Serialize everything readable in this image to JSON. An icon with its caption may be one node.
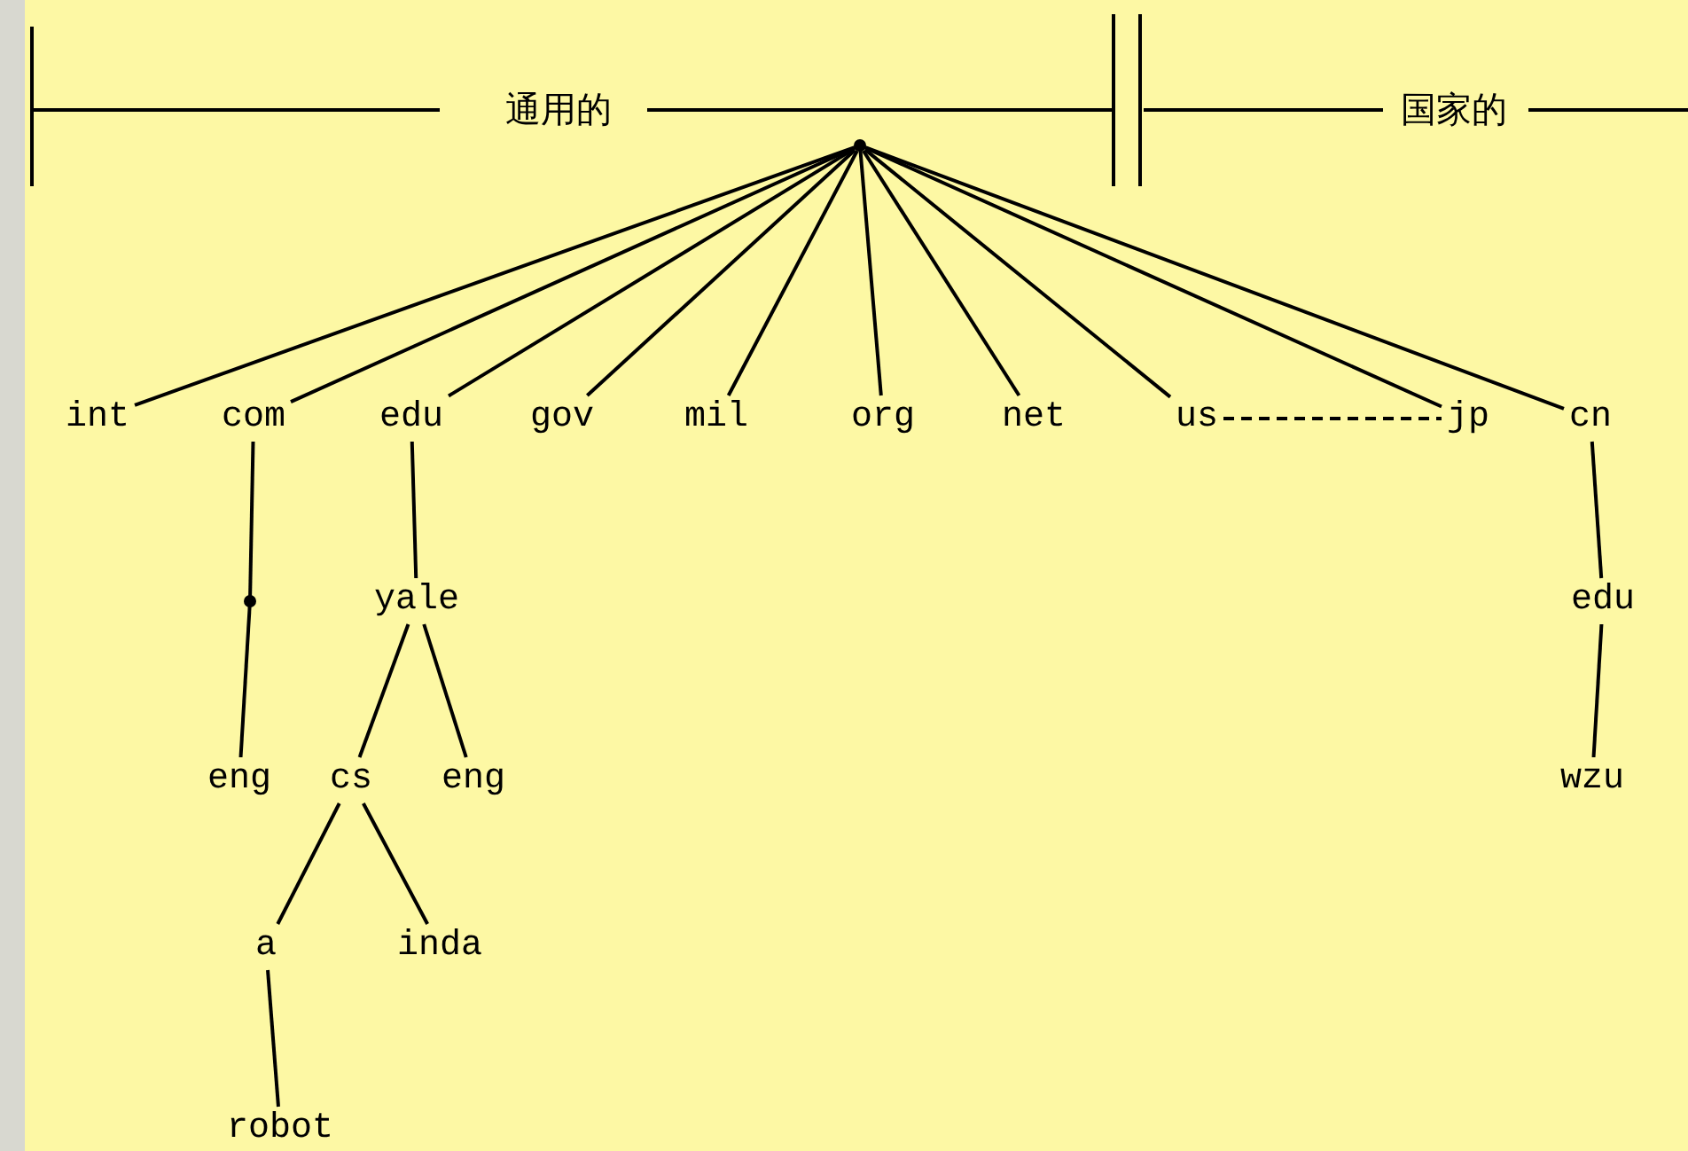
{
  "diagram": {
    "nodes": [
      {
        "text": [],
        "shape": "point"
      },
      {
        "text": [
          "int"
        ]
      },
      {
        "text": [
          "com"
        ]
      },
      {
        "text": [
          "edu"
        ]
      },
      {
        "text": [
          "gov"
        ]
      },
      {
        "text": [
          "mil"
        ]
      },
      {
        "text": [
          "org"
        ]
      },
      {
        "text": [
          "net"
        ]
      },
      {
        "text": [
          "us"
        ]
      },
      {
        "text": [
          "jp"
        ]
      },
      {
        "text": [
          "cn"
        ]
      },
      {
        "text": [],
        "shape": "point"
      },
      {
        "text": [
          "yale"
        ]
      },
      {
        "text": [
          "edu"
        ]
      },
      {
        "text": [
          "eng"
        ]
      },
      {
        "text": [
          "cs"
        ]
      },
      {
        "text": [
          "eng"
        ]
      },
      {
        "text": [
          "wzu"
        ]
      },
      {
        "text": [
          "a"
        ]
      },
      {
        "text": [
          "inda"
        ]
      },
      {
        "text": [
          "robot"
        ]
      }
    ],
    "edges": [
      {
        "from": 0,
        "to": 1,
        "arrow": "none"
      },
      {
        "from": 0,
        "to": 2,
        "arrow": "none"
      },
      {
        "from": 0,
        "to": 3,
        "arrow": "none"
      },
      {
        "from": 0,
        "to": 4,
        "arrow": "none"
      },
      {
        "from": 0,
        "to": 5,
        "arrow": "none"
      },
      {
        "from": 0,
        "to": 6,
        "arrow": "none"
      },
      {
        "from": 0,
        "to": 7,
        "arrow": "none"
      },
      {
        "from": 0,
        "to": 8,
        "arrow": "none"
      },
      {
        "from": 0,
        "to": 9,
        "arrow": "none"
      },
      {
        "from": 0,
        "to": 10,
        "arrow": "none"
      },
      {
        "from": 8,
        "to": 9,
        "arrow": "none",
        "style": "dashed"
      },
      {
        "from": 2,
        "to": 11,
        "arrow": "none"
      },
      {
        "from": 11,
        "to": 14,
        "arrow": "none"
      },
      {
        "from": 3,
        "to": 12,
        "arrow": "none"
      },
      {
        "from": 12,
        "to": 15,
        "arrow": "none"
      },
      {
        "from": 12,
        "to": 16,
        "arrow": "none"
      },
      {
        "from": 15,
        "to": 18,
        "arrow": "none"
      },
      {
        "from": 15,
        "to": 19,
        "arrow": "none"
      },
      {
        "from": 18,
        "to": 20,
        "arrow": "none"
      },
      {
        "from": 10,
        "to": 13,
        "arrow": "none"
      },
      {
        "from": 13,
        "to": 17,
        "arrow": "none"
      }
    ],
    "labels": [
      "通用的",
      "国家的"
    ]
  }
}
